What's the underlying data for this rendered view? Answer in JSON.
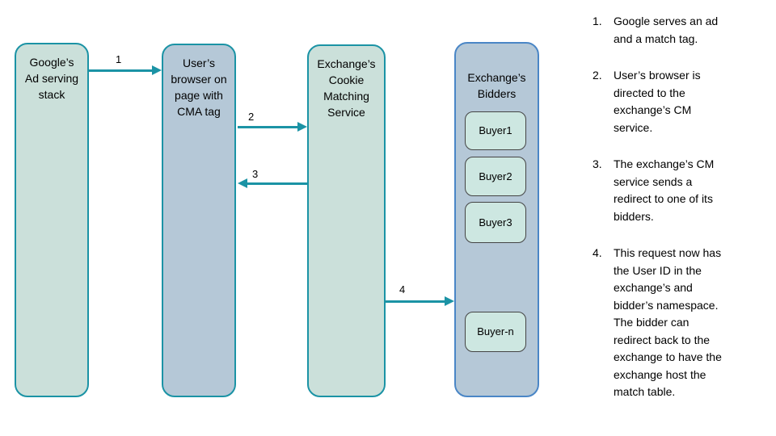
{
  "diagram": {
    "nodes": [
      {
        "id": "google-ad-stack",
        "label": "Google’s\nAd serving\nstack"
      },
      {
        "id": "user-browser",
        "label": "User’s\nbrowser on\npage with\nCMA tag"
      },
      {
        "id": "cookie-matching-service",
        "label": "Exchange’s\nCookie\nMatching\nService"
      },
      {
        "id": "exchange-bidders",
        "label": "Exchange’s\nBidders"
      }
    ],
    "buyers": [
      {
        "label": "Buyer1"
      },
      {
        "label": "Buyer2"
      },
      {
        "label": "Buyer3"
      },
      {
        "label": "Buyer-n"
      }
    ],
    "arrows": [
      {
        "label": "1",
        "from": "google-ad-stack",
        "to": "user-browser",
        "direction": "right"
      },
      {
        "label": "2",
        "from": "user-browser",
        "to": "cookie-matching-service",
        "direction": "right"
      },
      {
        "label": "3",
        "from": "cookie-matching-service",
        "to": "user-browser",
        "direction": "left"
      },
      {
        "label": "4",
        "from": "cookie-matching-service",
        "to": "exchange-bidders",
        "direction": "right"
      }
    ]
  },
  "notes": [
    {
      "number": "1.",
      "text": "Google serves an ad\nand a match tag."
    },
    {
      "number": "2.",
      "text": "User’s browser is\ndirected to the\nexchange’s CM\nservice."
    },
    {
      "number": "3.",
      "text": "The exchange’s CM\nservice sends a\nredirect to one of its\nbidders."
    },
    {
      "number": "4.",
      "text": "This request now has\nthe User ID in the\nexchange’s and\nbidder’s namespace.\nThe bidder can\nredirect back to the\nexchange to have the\nexchange host the\nmatch table."
    }
  ],
  "colors": {
    "teal_node_fill": "#cbe0da",
    "blue_node_fill": "#b5c8d7",
    "teal_border": "#1b93a5",
    "blue_border": "#4a86c6",
    "buyer_fill": "#cde7e1",
    "buyer_border": "#444444",
    "arrow": "#1b93a5",
    "text": "#000000"
  }
}
